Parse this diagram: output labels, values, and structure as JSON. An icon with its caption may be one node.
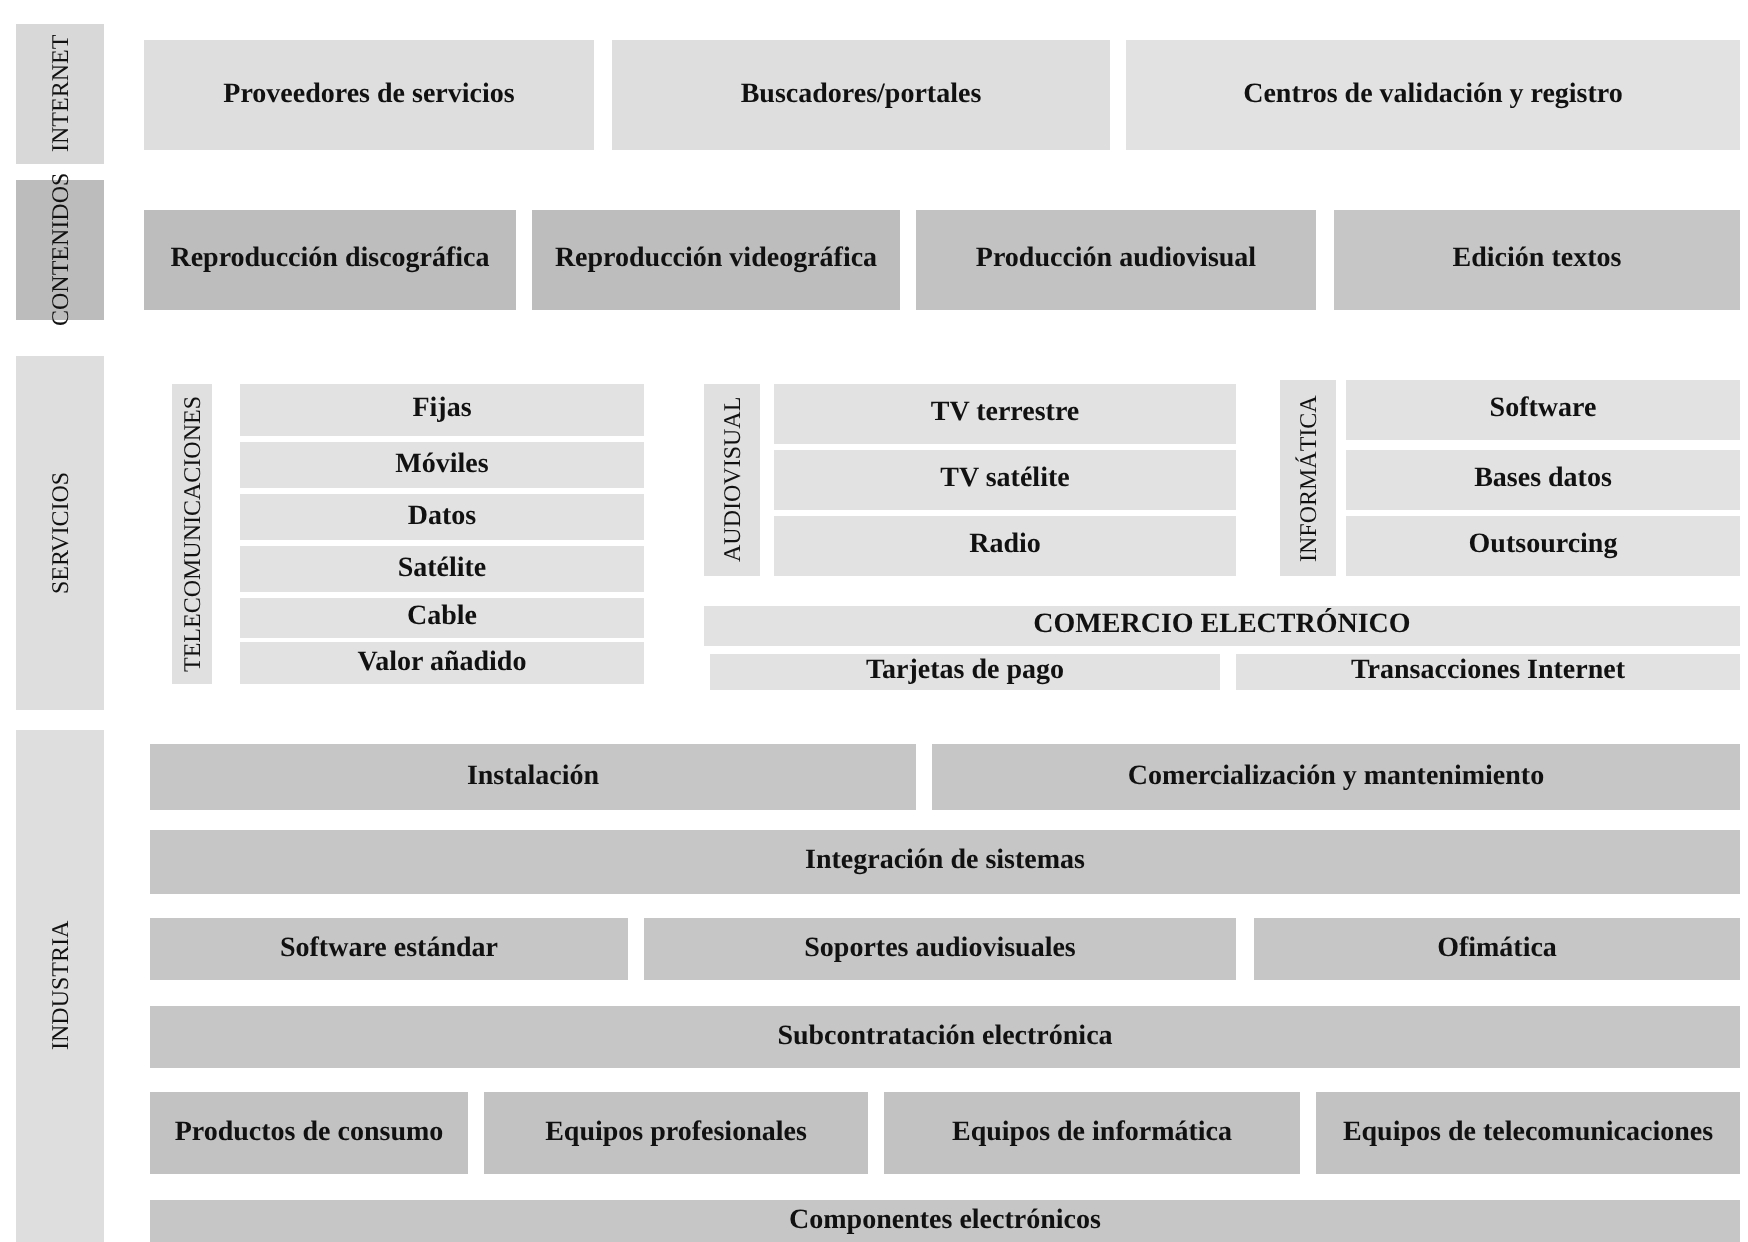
{
  "diagram": {
    "nodes": [
      {
        "text": [
          "INTERNET"
        ]
      },
      {
        "text": [
          "Proveedores de servicios"
        ]
      },
      {
        "text": [
          "Buscadores/portales"
        ]
      },
      {
        "text": [
          "Centros de validación y registro"
        ]
      },
      {
        "text": [
          "CONTENIDOS"
        ]
      },
      {
        "text": [
          "Reproducción discográfica"
        ]
      },
      {
        "text": [
          "Reproducción videográfica"
        ]
      },
      {
        "text": [
          "Producción audiovisual"
        ]
      },
      {
        "text": [
          "Edición textos"
        ]
      },
      {
        "text": [
          "SERVICIOS"
        ]
      },
      {
        "text": [
          "TELECOMUNICACIONES"
        ]
      },
      {
        "text": [
          "Fijas"
        ]
      },
      {
        "text": [
          "Móviles"
        ]
      },
      {
        "text": [
          "Datos"
        ]
      },
      {
        "text": [
          "Satélite"
        ]
      },
      {
        "text": [
          "Cable"
        ]
      },
      {
        "text": [
          "Valor añadido"
        ]
      },
      {
        "text": [
          "AUDIOVISUAL"
        ]
      },
      {
        "text": [
          "TV terrestre"
        ]
      },
      {
        "text": [
          "TV satélite"
        ]
      },
      {
        "text": [
          "Radio"
        ]
      },
      {
        "text": [
          "INFORMÁTICA"
        ]
      },
      {
        "text": [
          "Software"
        ]
      },
      {
        "text": [
          "Bases datos"
        ]
      },
      {
        "text": [
          "Outsourcing"
        ]
      },
      {
        "text": [
          "COMERCIO ELECTRÓNICO"
        ]
      },
      {
        "text": [
          "Tarjetas de pago"
        ]
      },
      {
        "text": [
          "Transacciones Internet"
        ]
      },
      {
        "text": [
          "INDUSTRIA"
        ]
      },
      {
        "text": [
          "Instalación"
        ]
      },
      {
        "text": [
          "Comercialización y mantenimiento"
        ]
      },
      {
        "text": [
          "Integración de sistemas"
        ]
      },
      {
        "text": [
          "Software estándar"
        ]
      },
      {
        "text": [
          "Soportes audiovisuales"
        ]
      },
      {
        "text": [
          "Ofimática"
        ]
      },
      {
        "text": [
          "Subcontratación electrónica"
        ]
      },
      {
        "text": [
          "Productos de consumo"
        ]
      },
      {
        "text": [
          "Equipos profesionales"
        ]
      },
      {
        "text": [
          "Equipos de informática"
        ]
      },
      {
        "text": [
          "Equipos de telecomunicaciones"
        ]
      },
      {
        "text": [
          "Componentes electrónicos"
        ]
      }
    ],
    "edges": []
  }
}
